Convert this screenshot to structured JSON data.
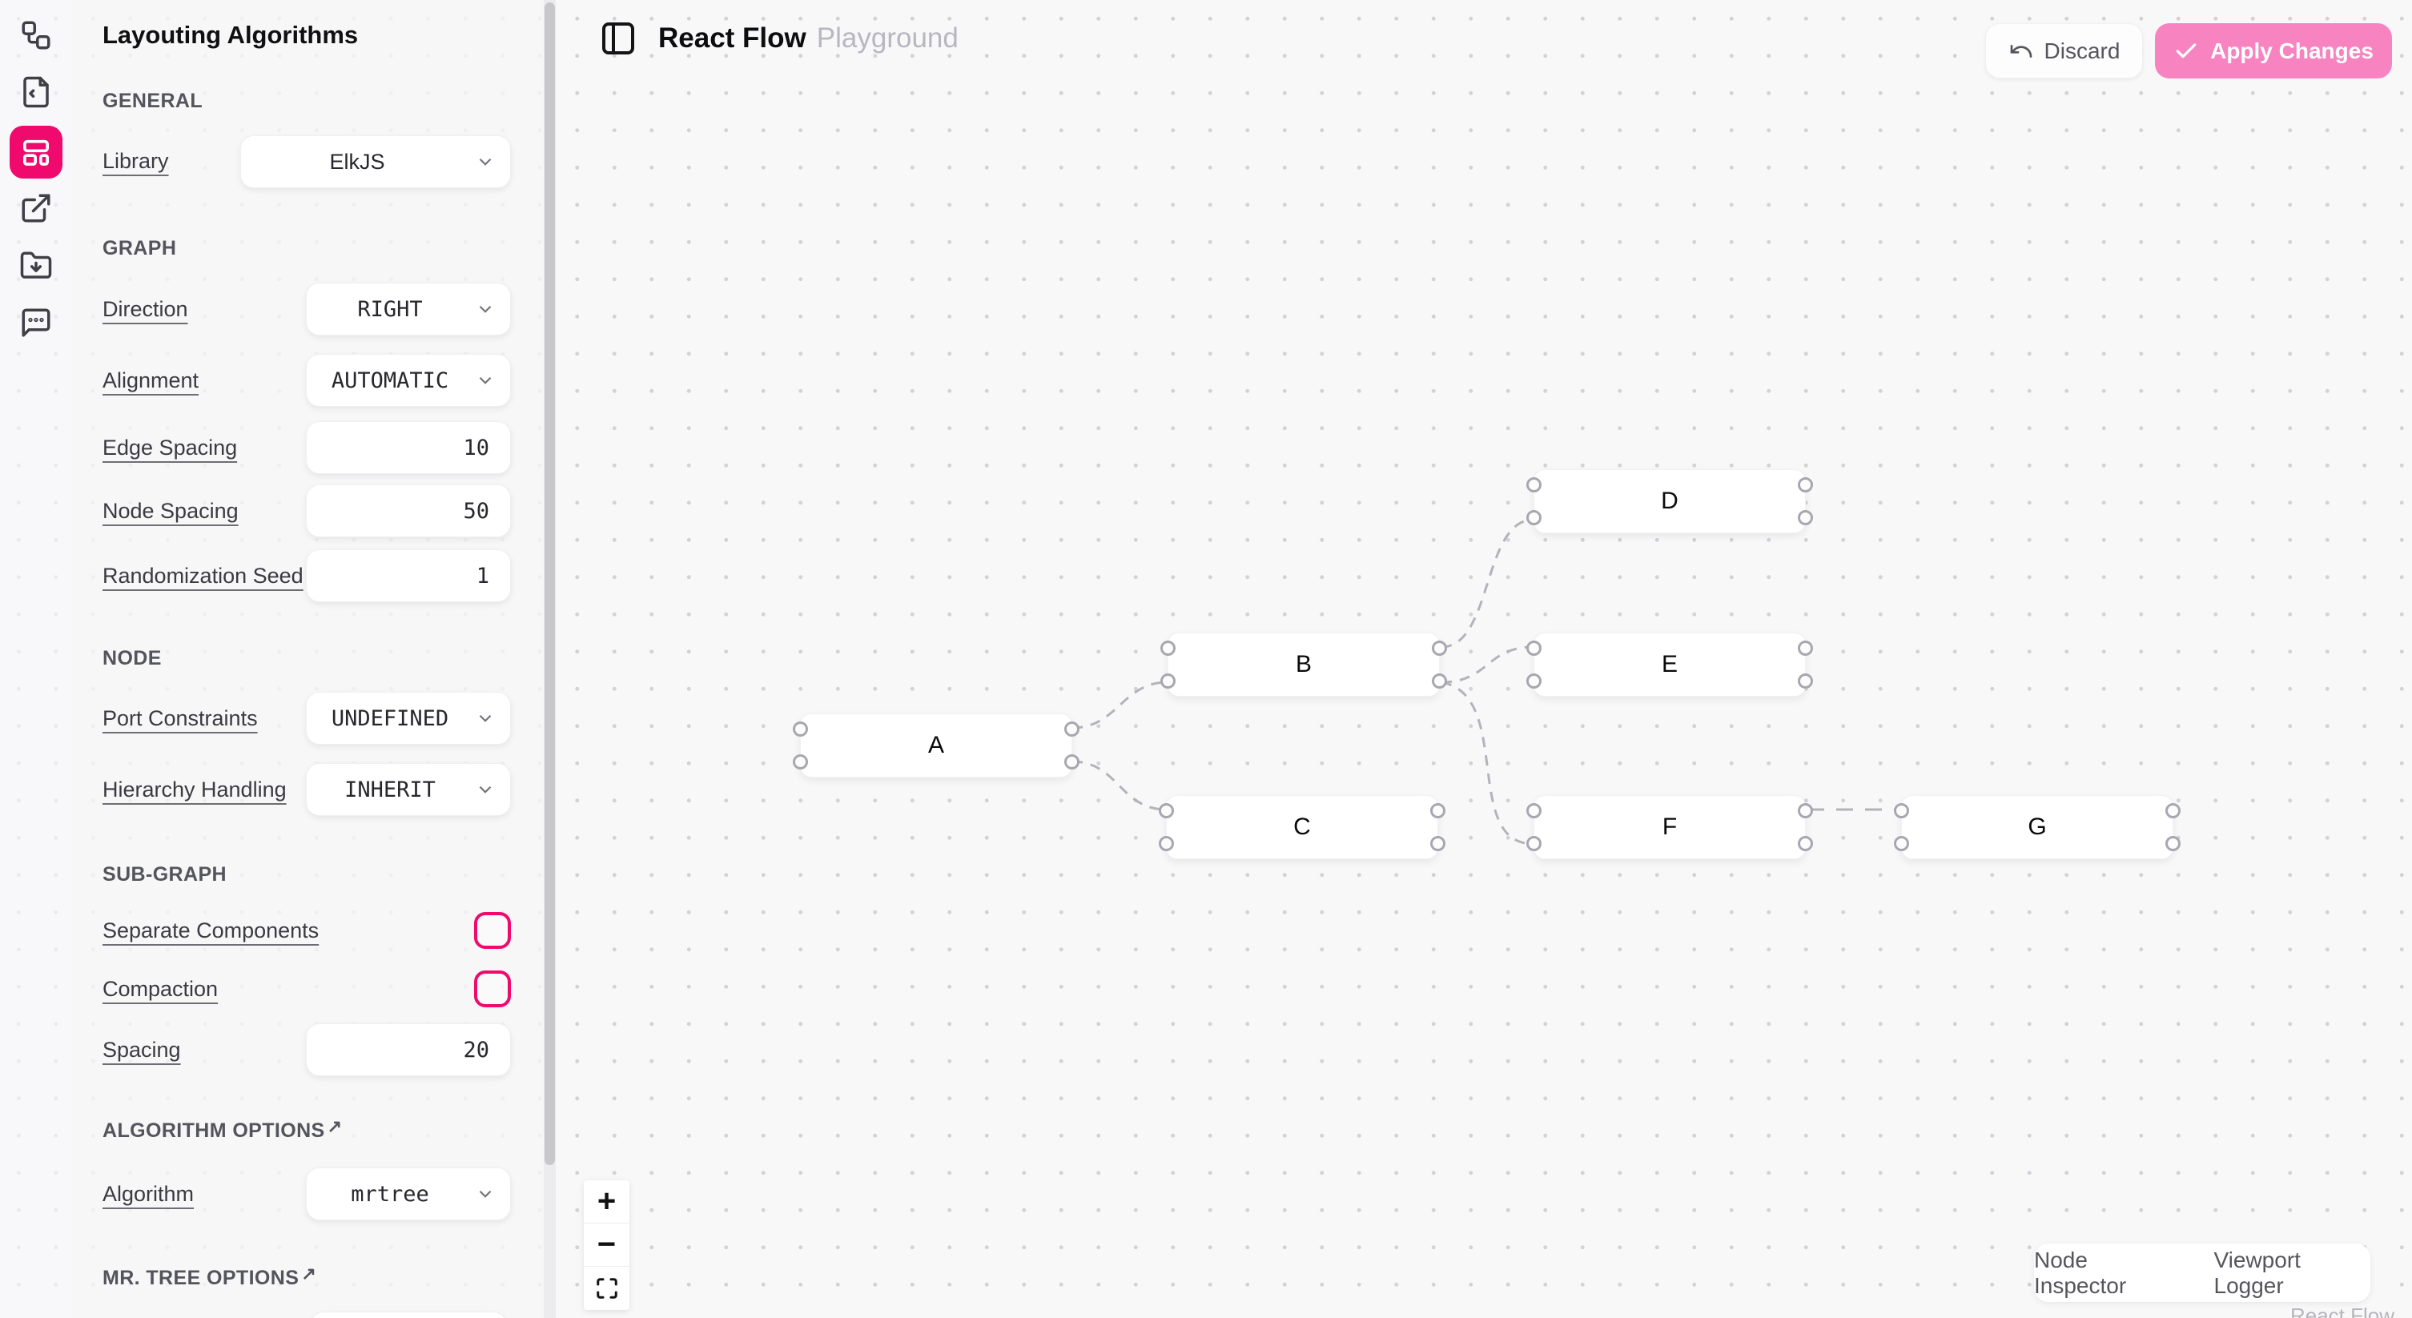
{
  "sidebar": {
    "icons": [
      {
        "name": "workflow-icon",
        "active": false
      },
      {
        "name": "file-code-icon",
        "active": false
      },
      {
        "name": "layout-panels-icon",
        "active": true
      },
      {
        "name": "external-link-icon",
        "active": false
      },
      {
        "name": "folder-download-icon",
        "active": false
      },
      {
        "name": "message-dots-icon",
        "active": false
      }
    ],
    "active_color": "#f00a6e"
  },
  "panel": {
    "title": "Layouting Algorithms",
    "sections": [
      {
        "label": "GENERAL",
        "rows": [
          {
            "label": "Library",
            "type": "select",
            "value": "ElkJS"
          }
        ]
      },
      {
        "label": "GRAPH",
        "rows": [
          {
            "label": "Direction",
            "type": "select",
            "value": "RIGHT"
          },
          {
            "label": "Alignment",
            "type": "select",
            "value": "AUTOMATIC"
          },
          {
            "label": "Edge Spacing",
            "type": "number",
            "value": "10"
          },
          {
            "label": "Node Spacing",
            "type": "number",
            "value": "50"
          },
          {
            "label": "Randomization Seed",
            "type": "number",
            "value": "1"
          }
        ]
      },
      {
        "label": "NODE",
        "rows": [
          {
            "label": "Port Constraints",
            "type": "select",
            "value": "UNDEFINED"
          },
          {
            "label": "Hierarchy Handling",
            "type": "select",
            "value": "INHERIT"
          }
        ]
      },
      {
        "label": "SUB-GRAPH",
        "rows": [
          {
            "label": "Separate Components",
            "type": "checkbox",
            "checked": false
          },
          {
            "label": "Compaction",
            "type": "checkbox",
            "checked": false
          },
          {
            "label": "Spacing",
            "type": "number",
            "value": "20"
          }
        ]
      },
      {
        "label": "ALGORITHM OPTIONS",
        "external_link": true,
        "rows": [
          {
            "label": "Algorithm",
            "type": "select",
            "value": "mrtree"
          }
        ]
      },
      {
        "label": "MR. TREE OPTIONS",
        "external_link": true,
        "rows": []
      }
    ],
    "external_link_glyph": "↗"
  },
  "header": {
    "title": "React Flow",
    "subtitle": "Playground",
    "discard_label": "Discard",
    "apply_label": "Apply Changes",
    "apply_color": "#f783c0"
  },
  "canvas": {
    "nodes": [
      {
        "label": "A"
      },
      {
        "label": "B"
      },
      {
        "label": "C"
      },
      {
        "label": "D"
      },
      {
        "label": "E"
      },
      {
        "label": "F"
      },
      {
        "label": "G"
      }
    ],
    "edges": [
      {
        "from": "A",
        "to": "B"
      },
      {
        "from": "A",
        "to": "C"
      },
      {
        "from": "B",
        "to": "D"
      },
      {
        "from": "B",
        "to": "E"
      },
      {
        "from": "B",
        "to": "F"
      },
      {
        "from": "F",
        "to": "G"
      }
    ],
    "edge_color": "#b3b3b9"
  },
  "zoom_controls": {
    "zoom_in": "+",
    "zoom_out": "−"
  },
  "devtools": {
    "node_inspector": "Node Inspector",
    "viewport_logger": "Viewport Logger"
  },
  "attribution": "React Flow"
}
